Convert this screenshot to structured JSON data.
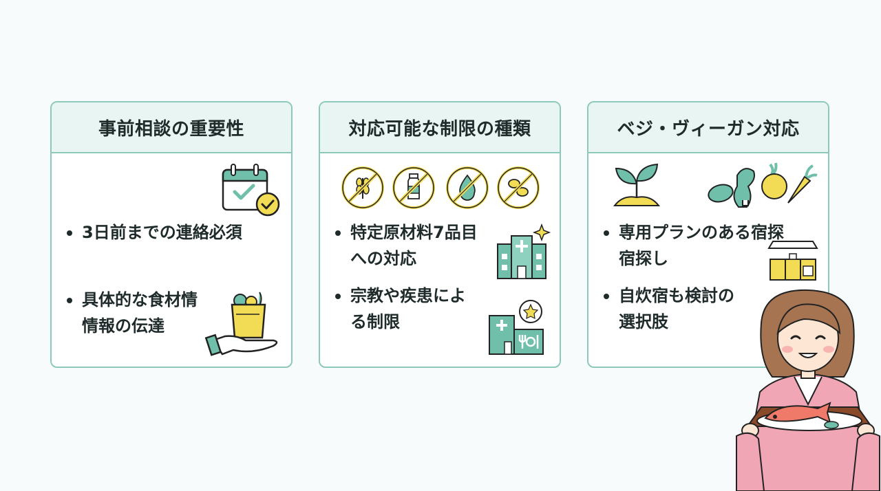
{
  "cards": [
    {
      "title": "事前相談の重要性",
      "bullets": [
        {
          "lines": [
            "3日前までの連絡必須"
          ]
        },
        {
          "lines": [
            "具体的な食材情",
            "情報の伝達"
          ]
        }
      ],
      "icons": [
        "calendar-check-icon",
        "grocery-bag-hand-icon"
      ]
    },
    {
      "title": "対応可能な制限の種類",
      "bullets": [
        {
          "lines": [
            "特定原材料7品目",
            "への対応"
          ]
        },
        {
          "lines": [
            "宗教や疾患によ",
            "る制限"
          ]
        }
      ],
      "icons": [
        "no-wheat-icon",
        "no-milk-icon",
        "no-egg-icon",
        "no-peanut-icon",
        "hospital-icon",
        "hospital-restaurant-icon"
      ]
    },
    {
      "title": "ベジ・ヴィーガン対応",
      "bullets": [
        {
          "lines": [
            "専用プランのある宿探",
            "宿探し"
          ]
        },
        {
          "lines": [
            "自炊宿も検討の",
            "選択肢"
          ]
        }
      ],
      "icons": [
        "sprout-icon",
        "vegetables-icon",
        "kitchen-icon"
      ]
    }
  ],
  "colors": {
    "accent": "#8cc9bb",
    "header_bg": "#e9f5f2",
    "teal": "#6fbfab",
    "yellow": "#f2dc55",
    "kimono": "#f0a6b5"
  },
  "illustration": "woman-in-kimono-holding-fish-dish"
}
